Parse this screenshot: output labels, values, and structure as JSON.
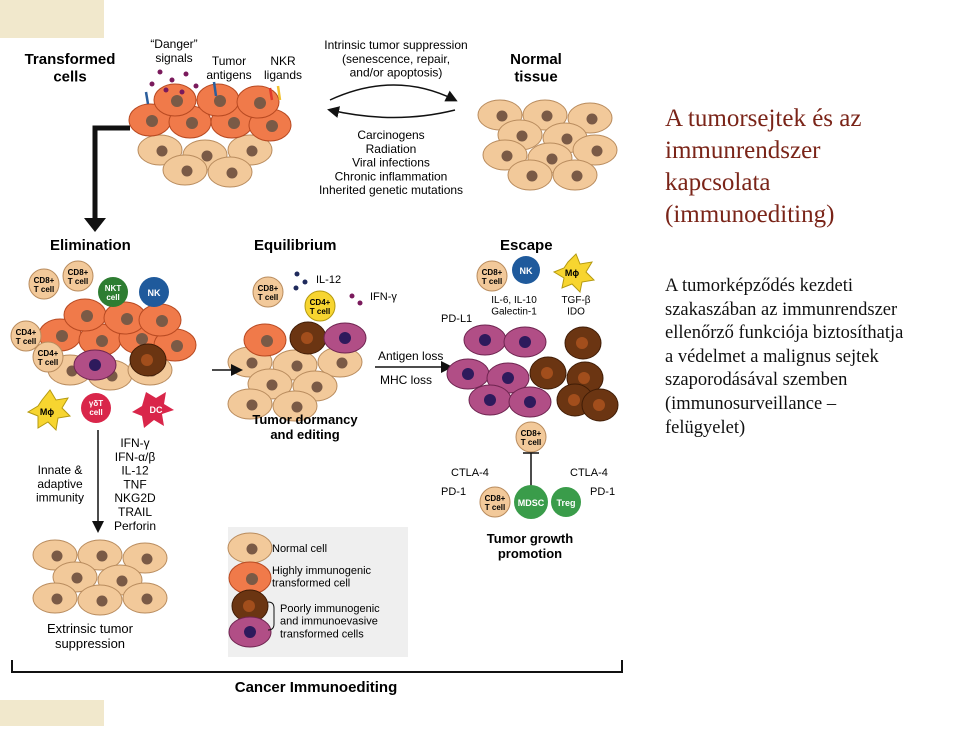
{
  "slide": {
    "title": "A tumorsejtek és az\nimmunrendszer\nkapcsolata\n(immunoediting)",
    "body": "A tumorképződés kezdeti\nszakaszában az immunrendszer\nellenőrző funkciója biztosíthatja\na védelmet a malignus sejtek\nszaporodásával szemben\n(immunosurveillance –\nfelügyelet)"
  },
  "colors": {
    "title": "#7a2418",
    "normal_cell": "#f2c99a",
    "immunogenic_cell": "#f07a4a",
    "poorly_immunogenic_cell": "#6b3512",
    "immunoevasive_cell": "#b14e86",
    "nk": "#1f5a9c",
    "nkt": "#2e7d32",
    "macrophage": "#f7d530",
    "dc": "#d9264a",
    "mdsc": "#3a9c4a",
    "legend_bg": "#efefef"
  },
  "figure": {
    "top": {
      "transformed": "Transformed\ncells",
      "danger": "“Danger”\nsignals",
      "tumor_antigens": "Tumor\nantigens",
      "nkr": "NKR\nligands",
      "intrinsic": "Intrinsic tumor suppression\n(senescence, repair,\nand/or apoptosis)",
      "normal": "Normal\ntissue",
      "causes": "Carcinogens\nRadiation\nViral infections\nChronic inflammation\nInherited genetic mutations"
    },
    "elimination": {
      "title": "Elimination",
      "cd8_a": "CD8+\nT cell",
      "cd8_b": "CD8+\nT cell",
      "nkt": "NKT\ncell",
      "nk": "NK",
      "cd4_a": "CD4+\nT cell",
      "cd4_b": "CD4+\nT cell",
      "mphi": "Mϕ",
      "gdt": "γδT\ncell",
      "dc": "DC",
      "innate": "Innate &\nadaptive\nimmunity",
      "cytokines": "IFN-γ\nIFN-α/β\nIL-12\nTNF\nNKG2D\nTRAIL\nPerforin",
      "bottom": "Extrinsic tumor\nsuppression"
    },
    "equilibrium": {
      "title": "Equilibrium",
      "il12": "IL-12",
      "cd8": "CD8+\nT cell",
      "cd4": "CD4+\nT cell",
      "ifn": "IFN-γ",
      "bottom": "Tumor dormancy\nand editing",
      "antigen_loss": "Antigen loss",
      "mhc_loss": "MHC loss"
    },
    "escape": {
      "title": "Escape",
      "cd8": "CD8+\nT cell",
      "nk": "NK",
      "mphi": "Mϕ",
      "il6": "IL-6, IL-10\nGalectin-1",
      "tgf": "TGF-β\nIDO",
      "pdl1": "PD-L1",
      "cd8_top": "CD8+\nT cell",
      "ctla4_l": "CTLA-4",
      "pd1_l": "PD-1",
      "cd8_bot": "CD8+\nT cell",
      "mdsc": "MDSC",
      "treg": "Treg",
      "ctla4_r": "CTLA-4",
      "pd1_r": "PD-1",
      "bottom": "Tumor growth\npromotion"
    },
    "legend": {
      "normal": "Normal cell",
      "immunogenic": "Highly immunogenic\ntransformed cell",
      "evasive": "Poorly immunogenic\nand immunoevasive\ntransformed cells"
    },
    "footer": "Cancer Immunoediting"
  }
}
